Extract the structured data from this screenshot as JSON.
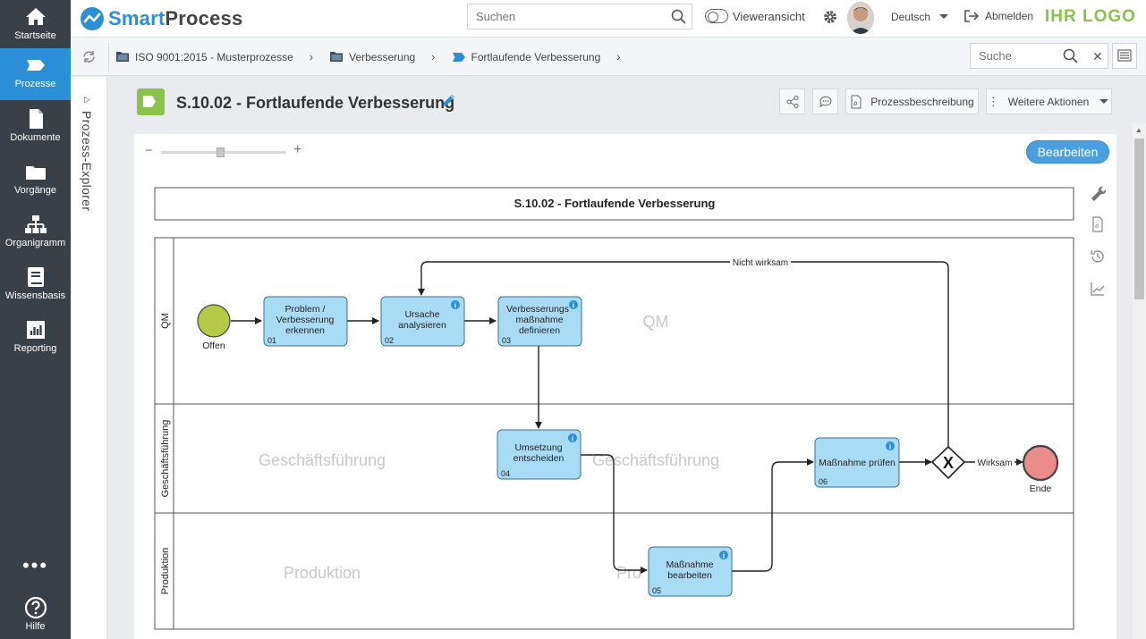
{
  "nav": {
    "items": [
      {
        "label": "Startseite",
        "icon": "home-icon"
      },
      {
        "label": "Prozesse",
        "icon": "process-icon",
        "active": true
      },
      {
        "label": "Dokumente",
        "icon": "document-icon"
      },
      {
        "label": "Vorgänge",
        "icon": "folder-icon"
      },
      {
        "label": "Organigramm",
        "icon": "org-chart-icon"
      },
      {
        "label": "Wissensbasis",
        "icon": "book-icon"
      },
      {
        "label": "Reporting",
        "icon": "bar-chart-icon"
      }
    ],
    "more": "•••",
    "help": "Hilfe"
  },
  "topbar": {
    "brand_a": "Smart",
    "brand_b": "Process",
    "search_placeholder": "Suchen",
    "viewer_label": "Vieweransicht",
    "language": "Deutsch",
    "logout": "Abmelden",
    "customer_logo": "IHR LOGO"
  },
  "breadcrumb": {
    "items": [
      "ISO 9001:2015 - Musterprozesse",
      "Verbesserung",
      "Fortlaufende Verbesserung"
    ],
    "search_placeholder": "Suche"
  },
  "explorer": {
    "label": "Prozess-Explorer"
  },
  "header": {
    "title": "S.10.02 - Fortlaufende Verbesserung",
    "description_button": "Prozessbeschreibung",
    "more_actions": "Weitere Aktionen"
  },
  "canvas": {
    "edit_button": "Bearbeiten"
  },
  "diagram": {
    "title": "S.10.02 - Fortlaufende Verbesserung",
    "lanes": [
      {
        "label": "QM",
        "watermark": "QM"
      },
      {
        "label": "Geschäftsführung",
        "watermark": "Geschäftsführung"
      },
      {
        "label": "Produktion",
        "watermark": "Produktion"
      }
    ],
    "start_label": "Offen",
    "end_label": "Ende",
    "tasks": [
      {
        "num": "01",
        "line1": "Problem /",
        "line2": "Verbesserung",
        "line3": "erkennen"
      },
      {
        "num": "02",
        "line1": "Ursache",
        "line2": "analysieren",
        "line3": ""
      },
      {
        "num": "03",
        "line1": "Verbesserungs",
        "line2": "maßnahme",
        "line3": "definieren"
      },
      {
        "num": "04",
        "line1": "Umsetzung",
        "line2": "entscheiden",
        "line3": ""
      },
      {
        "num": "05",
        "line1": "Maßnahme",
        "line2": "bearbeiten",
        "line3": ""
      },
      {
        "num": "06",
        "line1": "Maßnahme prüfen",
        "line2": "",
        "line3": ""
      }
    ],
    "gateway_symbol": "X",
    "flow_not_effective": "Nicht wirksam",
    "flow_effective": "Wirksam",
    "info_symbol": "i"
  },
  "colors": {
    "nav_bg": "#3a4048",
    "accent": "#2a8fd6",
    "task_fill": "#a8dcf5",
    "start_fill": "#b5c947",
    "end_fill": "#ec8c8a",
    "brand_green": "#8bc34a"
  }
}
